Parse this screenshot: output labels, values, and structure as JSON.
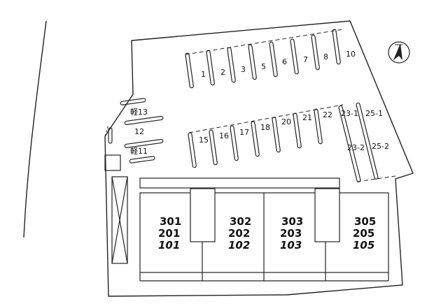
{
  "map": {
    "parking_spaces_top": [
      "1",
      "2",
      "3",
      "5",
      "6",
      "7",
      "8",
      "10"
    ],
    "parking_spaces_middle": [
      "15",
      "16",
      "17",
      "18",
      "20",
      "21",
      "22"
    ],
    "parking_spaces_right": [
      "23-1",
      "25-1",
      "23-2",
      "25-2"
    ],
    "parking_spaces_left": [
      "軽13",
      "12",
      "軽11"
    ],
    "units": [
      [
        "301",
        "201",
        "101"
      ],
      [
        "302",
        "202",
        "102"
      ],
      [
        "303",
        "203",
        "103"
      ],
      [
        "305",
        "205",
        "105"
      ]
    ],
    "compass_icon": "north-arrow-icon"
  }
}
